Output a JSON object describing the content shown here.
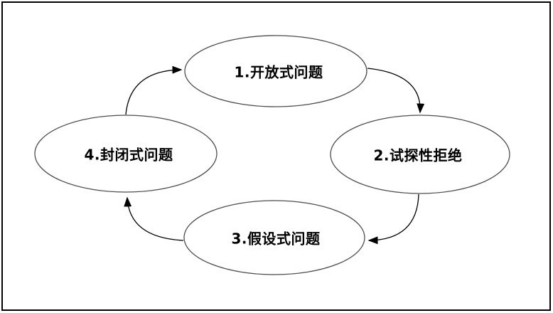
{
  "diagram": {
    "type": "cycle",
    "nodes": [
      {
        "id": "1",
        "label": "1.开放式问题",
        "position": "top"
      },
      {
        "id": "2",
        "label": "2.试探性拒绝",
        "position": "right"
      },
      {
        "id": "3",
        "label": "3.假设式问题",
        "position": "bottom"
      },
      {
        "id": "4",
        "label": "4.封闭式问题",
        "position": "left"
      }
    ],
    "edges": [
      {
        "from": "1",
        "to": "2"
      },
      {
        "from": "2",
        "to": "3"
      },
      {
        "from": "3",
        "to": "4"
      },
      {
        "from": "4",
        "to": "1"
      }
    ]
  },
  "colors": {
    "background": "#ffffff",
    "frame_border": "#000000",
    "ellipse_stroke": "#4d4d4d",
    "arrow": "#000000",
    "text": "#000000"
  }
}
